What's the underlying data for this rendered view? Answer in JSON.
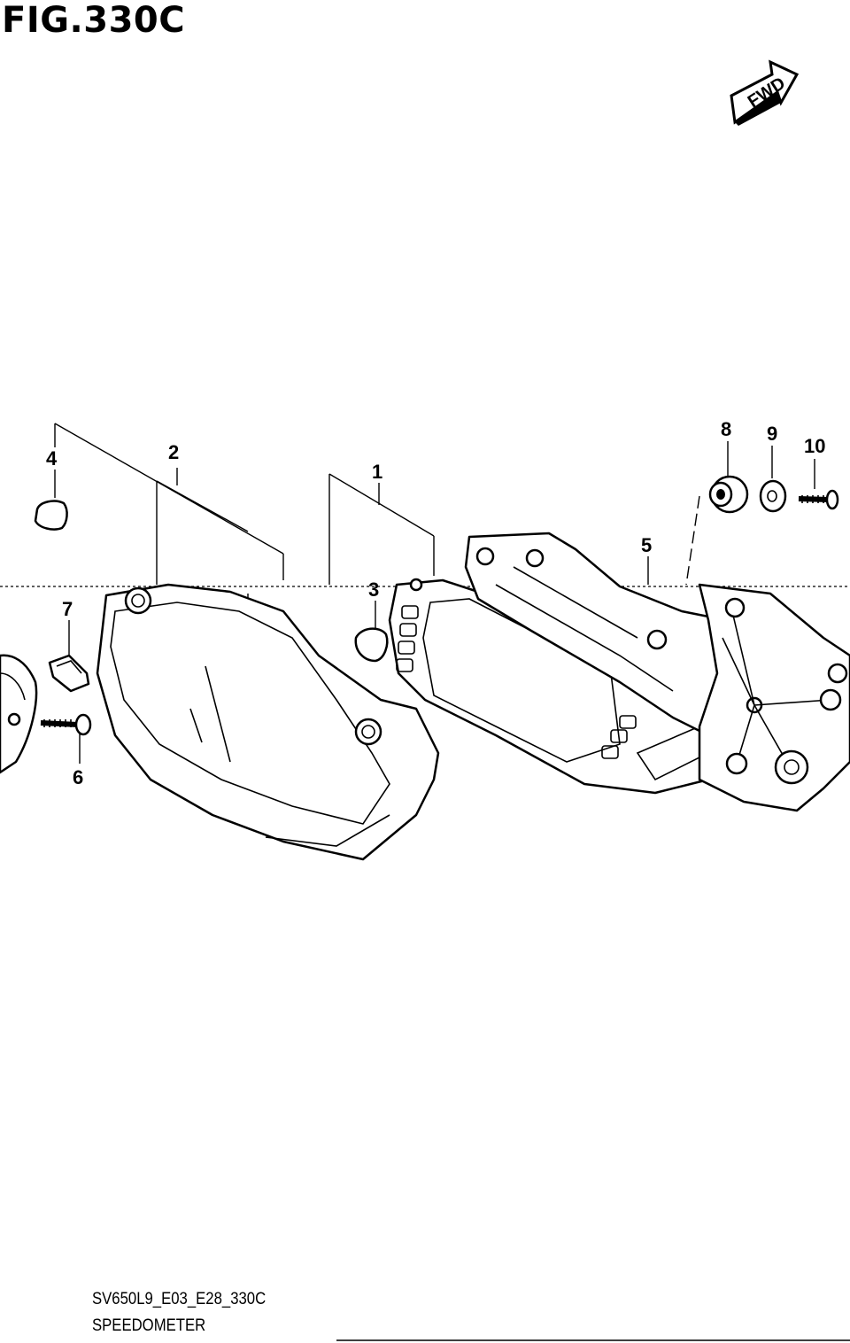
{
  "figure": {
    "title": "FIG.330C"
  },
  "fwd_badge": {
    "label": "FWD",
    "icon": "fwd-arrow-icon"
  },
  "callouts": {
    "p1": "1",
    "p2": "2",
    "p3": "3",
    "p4": "4",
    "p5": "5",
    "p6": "6",
    "p7": "7",
    "p8": "8",
    "p9": "9",
    "p10": "10"
  },
  "footer": {
    "code": "SV650L9_E03_E28_330C",
    "name": "SPEEDOMETER"
  }
}
